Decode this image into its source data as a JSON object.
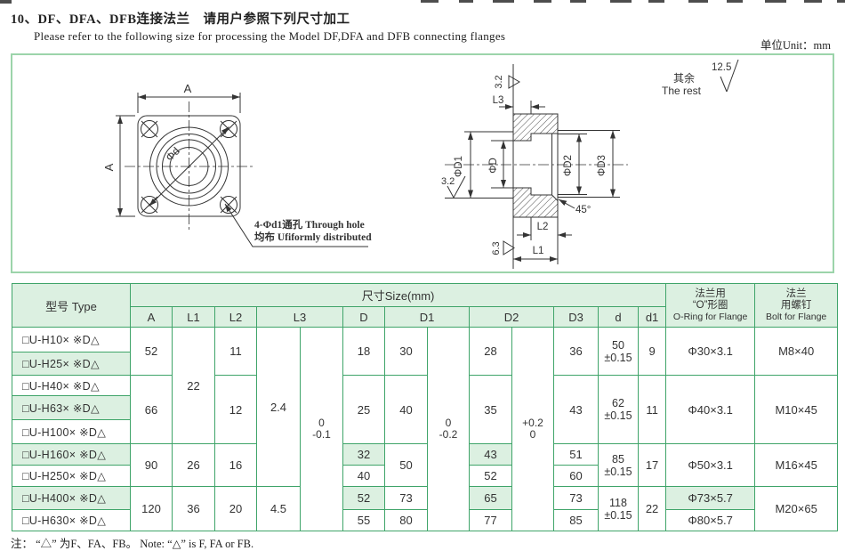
{
  "page": {
    "title_cn": "10、DF、DFA、DFB连接法兰　请用户参照下列尺寸加工",
    "subtitle_en": "Please refer to the following size for processing the Model DF,DFA and DFB connecting flanges",
    "unit_label": "单位Unit：mm",
    "footnote": "注： “△” 为F、FA、FB。 Note: “△” is F, FA or FB."
  },
  "figure": {
    "front": {
      "dim_top": "A",
      "dim_left": "A",
      "dim_diag": "Φd",
      "note1": "4-Φd1通孔 Through hole",
      "note2": "均布 Ufiformly distributed"
    },
    "section": {
      "l1": "L1",
      "l2": "L2",
      "l3": "L3",
      "d": "ΦD",
      "d1": "ΦD1",
      "d2": "ΦD2",
      "d3": "ΦD3",
      "angle": "45°",
      "rough_top": "3.2",
      "rough_left": "3.2",
      "rough_bottom": "6.3"
    },
    "rest": {
      "cn": "其余",
      "en": "The rest",
      "val": "12.5"
    }
  },
  "table": {
    "header": {
      "type": "型号 Type",
      "size_group": "尺寸Size(mm)",
      "cols": [
        "A",
        "L1",
        "L2",
        "L3",
        "D",
        "D1",
        "D2",
        "D3",
        "d",
        "d1"
      ],
      "oring1": "法兰用",
      "oring2": "“O”形圈",
      "oring3": "O-Ring for Flange",
      "bolt1": "法兰",
      "bolt2": "用螺钉",
      "bolt3": "Bolt for Flange"
    },
    "types": [
      "□U-H10× ※D△",
      "□U-H25× ※D△",
      "□U-H40× ※D△",
      "□U-H63× ※D△",
      "□U-H100× ※D△",
      "□U-H160× ※D△",
      "□U-H250× ※D△",
      "□U-H400× ※D△",
      "□U-H630× ※D△"
    ],
    "A": [
      "52",
      "66",
      "90",
      "120"
    ],
    "L1": [
      "22",
      "26",
      "36"
    ],
    "L2": [
      "11",
      "12",
      "16",
      "20"
    ],
    "L3": [
      "2.4",
      "4.5"
    ],
    "L3_tol": [
      "0",
      "-0.1"
    ],
    "D": [
      "18",
      "25",
      "32",
      "40",
      "52",
      "55"
    ],
    "D1": [
      "30",
      "40",
      "50",
      "73",
      "80"
    ],
    "D1_tol": [
      "0",
      "-0.2"
    ],
    "D2": [
      "28",
      "35",
      "43",
      "52",
      "65",
      "77"
    ],
    "D2_tol": [
      "+0.2",
      "0"
    ],
    "D3": [
      "36",
      "43",
      "51",
      "60",
      "73",
      "85"
    ],
    "d": [
      {
        "v": "50",
        "t": "±0.15"
      },
      {
        "v": "62",
        "t": "±0.15"
      },
      {
        "v": "85",
        "t": "±0.15"
      },
      {
        "v": "118",
        "t": "±0.15"
      }
    ],
    "d1": [
      "9",
      "11",
      "17",
      "22"
    ],
    "oring": [
      "Φ30×3.1",
      "Φ40×3.1",
      "Φ50×3.1",
      "Φ73×5.7",
      "Φ80×5.7"
    ],
    "bolt": [
      "M8×40",
      "M10×45",
      "M16×45",
      "M20×65"
    ]
  }
}
